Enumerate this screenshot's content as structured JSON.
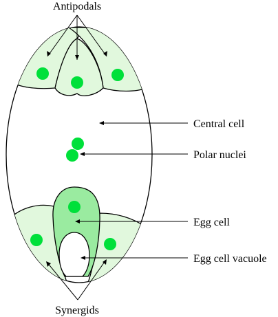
{
  "labels": {
    "antipodals": "Antipodals",
    "central_cell": "Central cell",
    "polar_nuclei": "Polar nuclei",
    "egg_cell": "Egg cell",
    "egg_cell_vacuole": "Egg cell vacuole",
    "synergids": "Synergids"
  },
  "colors": {
    "cell_fill": "#e1f8dd",
    "egg_cell_fill": "#9aeba0",
    "nucleus": "#00e03a",
    "outline": "#000000",
    "background": "#ffffff"
  }
}
